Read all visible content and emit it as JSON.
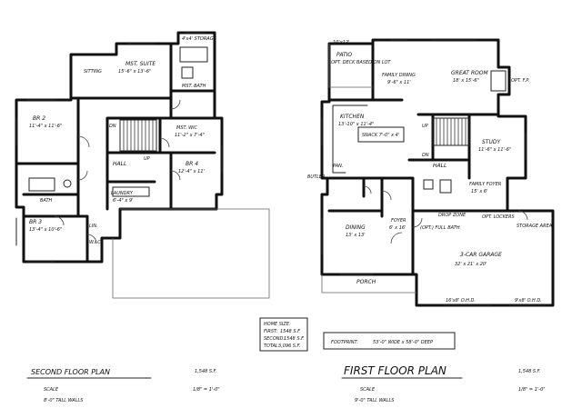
{
  "second_floor": {
    "title": "SECOND FLOOR PLAN",
    "area": "1,548 S.F.",
    "scale_label": "SCALE",
    "scale_value": "1/8\" = 1'-0\"",
    "walls_note": "8'-0\" TALL WALLS",
    "rooms": {
      "sitting": "SITTING",
      "mst_suite_name": "MST. SUITE",
      "mst_suite_size": "15'-6\" x 13'-6\"",
      "storage": "4'x4' STORAGE",
      "mst_bath": "MST. BATH",
      "br2_name": "BR 2",
      "br2_size": "11'-4\" x 11'-6\"",
      "bath": "BATH",
      "br3_name": "BR 3",
      "br3_size": "13'-4\" x 10'-6\"",
      "mst_wic": "MST. WIC",
      "mst_wic_size": "11'-2\" x 7'-4\"",
      "hall": "HALL",
      "br4_name": "BR 4",
      "br4_size": "12'-4\" x 11'",
      "laundry": "LAUNDRY",
      "laundry_size": "6'-4\" x 9'",
      "linen": "LIN.",
      "wic": "W.I.C.",
      "dn": "DN",
      "up": "UP"
    }
  },
  "first_floor": {
    "title": "FIRST FLOOR PLAN",
    "area": "1,548 S.F.",
    "scale_label": "SCALE",
    "scale_value": "1/8\" = 1'-0\"",
    "walls_note": "9'-0\" TALL WALLS",
    "rooms": {
      "dim_10x12": "10'x12'",
      "patio": "PATIO",
      "patio_note": "OPT. DECK BASED ON LOT",
      "family_dining_name": "FAMILY DINING",
      "family_dining_size": "9'-6\" x 11'",
      "great_room_name": "GREAT ROOM",
      "great_room_size": "18' x 15'-6\"",
      "opt_fp": "OPT. F.P.",
      "kitchen_name": "KITCHEN",
      "kitchen_size": "13'-10\" x 11'-4\"",
      "kitchen_note": "SNACK 7'-0\" x 4'",
      "study_name": "STUDY",
      "study_size": "11'-6\" x 11'-6\"",
      "hall": "HALL",
      "butler": "BUTLER",
      "family_foyer_name": "FAMILY FOYER",
      "family_foyer_size": "15' x 6'",
      "drop_zone": "DROP ZONE",
      "opt_lockers": "OPT. LOCKERS",
      "storage_area": "STORAGE AREA",
      "dining_name": "DINING",
      "dining_size": "13' x 13'",
      "foyer_name": "FOYER",
      "foyer_size": "6' x 16'",
      "opt_full_bath": "(OPT.) FULL BATH",
      "garage_name": "3-CAR GARAGE",
      "garage_size": "32' x 21' x 20'",
      "porch": "PORCH",
      "door_label_1": "16'x8' O.H.D.",
      "door_label_2": "9'x8' O.H.D.",
      "pantry": "PAN.",
      "up": "UP",
      "dn": "DN"
    }
  },
  "home_size": {
    "heading": "HOME SIZE:",
    "first_label": "FIRST:",
    "first_value": "1548 S.F.",
    "second_label": "SECOND:",
    "second_value": "1548 S.F.",
    "total_label": "TOTAL:",
    "total_value": "3,096 S.F."
  },
  "footprint": {
    "label": "FOOTPRINT:",
    "value": "53'-0\" WIDE x 58'-0\" DEEP"
  }
}
